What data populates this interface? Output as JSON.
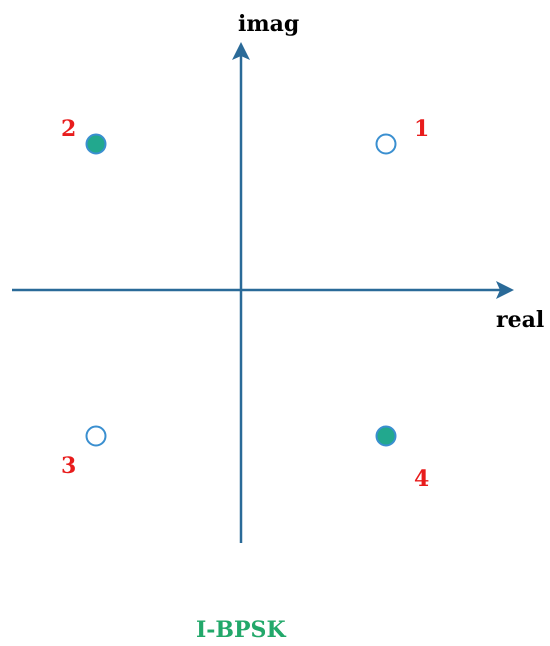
{
  "axes": {
    "x_label": "real",
    "y_label": "imag"
  },
  "points": [
    {
      "id": "1",
      "label": "1",
      "real": 1,
      "imag": 1,
      "filled": false
    },
    {
      "id": "2",
      "label": "2",
      "real": -1,
      "imag": 1,
      "filled": true
    },
    {
      "id": "3",
      "label": "3",
      "real": -1,
      "imag": -1,
      "filled": false
    },
    {
      "id": "4",
      "label": "4",
      "real": 1,
      "imag": -1,
      "filled": true
    }
  ],
  "caption": "I-BPSK",
  "colors": {
    "axis": "#2a6a98",
    "point_stroke": "#3a8fd0",
    "point_fill": "#22a88e",
    "label": "#e81c1c",
    "caption": "#22a86a"
  }
}
